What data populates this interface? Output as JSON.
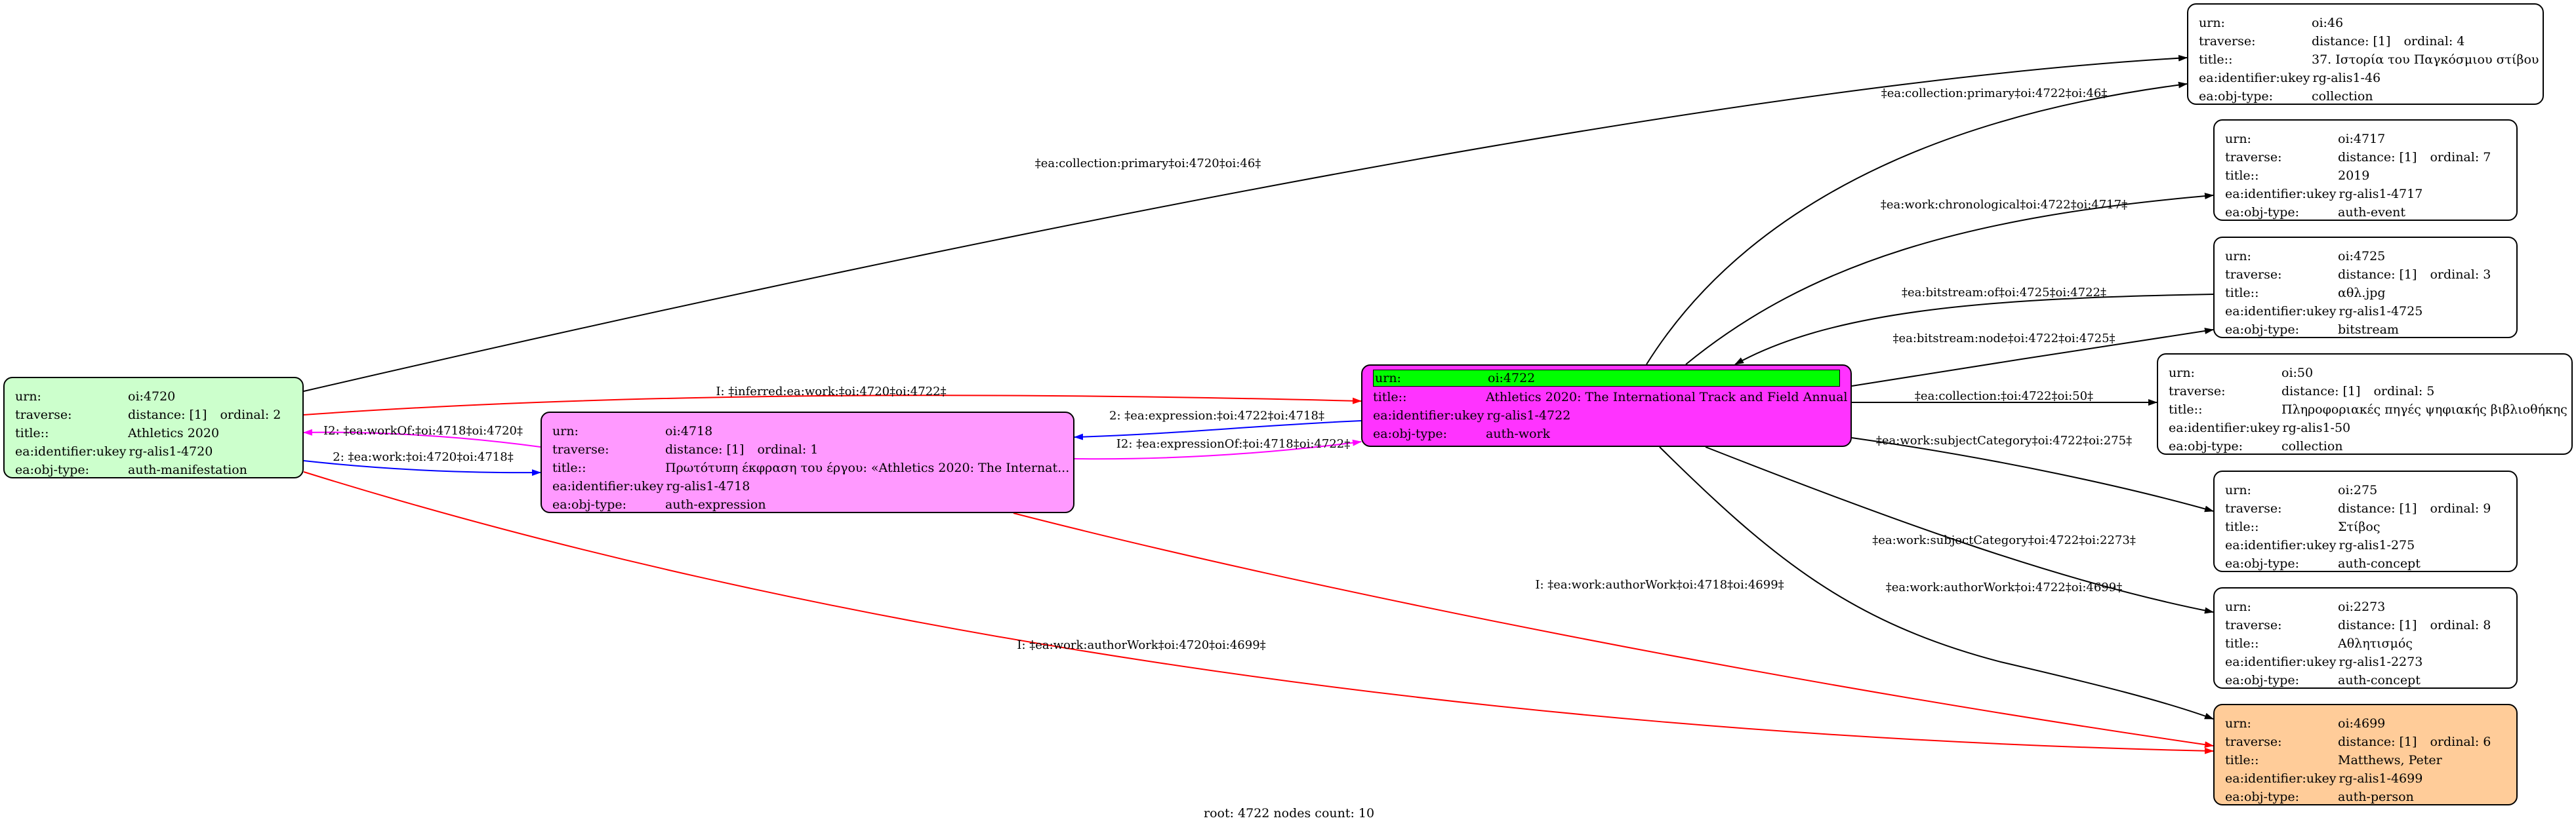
{
  "caption": "root: 4722 nodes count: 10",
  "colors": {
    "manifestation": "#ccffcc",
    "expression": "#ff99ff",
    "work": "#ff33ff",
    "person": "#ffcc99",
    "highlight": "#00ff00",
    "edge_black": "#000000",
    "edge_red": "#ff0000",
    "edge_blue": "#0000ff",
    "edge_magenta": "#ff00ff"
  },
  "field_labels": {
    "urn": "urn:",
    "traverse": "traverse:",
    "title": "title::",
    "ukey": "ea:identifier:ukey",
    "objtype": "ea:obj-type:"
  },
  "nodes": {
    "n46": {
      "urn": "oi:46",
      "distance": "distance: [1]",
      "ordinal": "ordinal: 4",
      "title": "37. Ιστορία του Παγκόσμιου στίβου",
      "ukey": "rg-alis1-46",
      "objtype": "collection"
    },
    "n4717": {
      "urn": "oi:4717",
      "distance": "distance: [1]",
      "ordinal": "ordinal: 7",
      "title": "2019",
      "ukey": "rg-alis1-4717",
      "objtype": "auth-event"
    },
    "n4725": {
      "urn": "oi:4725",
      "distance": "distance: [1]",
      "ordinal": "ordinal: 3",
      "title": "αθλ.jpg",
      "ukey": "rg-alis1-4725",
      "objtype": "bitstream"
    },
    "n50": {
      "urn": "oi:50",
      "distance": "distance: [1]",
      "ordinal": "ordinal: 5",
      "title": "Πληροφοριακές πηγές ψηφιακής βιβλιοθήκης",
      "ukey": "rg-alis1-50",
      "objtype": "collection"
    },
    "n275": {
      "urn": "oi:275",
      "distance": "distance: [1]",
      "ordinal": "ordinal: 9",
      "title": "Στίβος",
      "ukey": "rg-alis1-275",
      "objtype": "auth-concept"
    },
    "n2273": {
      "urn": "oi:2273",
      "distance": "distance: [1]",
      "ordinal": "ordinal: 8",
      "title": "Αθλητισμός",
      "ukey": "rg-alis1-2273",
      "objtype": "auth-concept"
    },
    "n4699": {
      "urn": "oi:4699",
      "distance": "distance: [1]",
      "ordinal": "ordinal: 6",
      "title": "Matthews, Peter",
      "ukey": "rg-alis1-4699",
      "objtype": "auth-person"
    },
    "n4720": {
      "urn": "oi:4720",
      "distance": "distance: [1]",
      "ordinal": "ordinal: 2",
      "title": "Athletics 2020",
      "ukey": "rg-alis1-4720",
      "objtype": "auth-manifestation"
    },
    "n4718": {
      "urn": "oi:4718",
      "distance": "distance: [1]",
      "ordinal": "ordinal: 1",
      "title": "Πρωτότυπη έκφραση του έργου: «Athletics 2020: The Internat...",
      "ukey": "rg-alis1-4718",
      "objtype": "auth-expression"
    },
    "n4722": {
      "urn": "oi:4722",
      "title": "Athletics 2020: The International Track and Field Annual",
      "ukey": "rg-alis1-4722",
      "objtype": "auth-work"
    }
  },
  "edges": [
    {
      "id": "e1",
      "color": "edge_black",
      "label": "‡ea:collection:primary‡oi:4720‡oi:46‡"
    },
    {
      "id": "e2",
      "color": "edge_black",
      "label": "‡ea:collection:primary‡oi:4722‡oi:46‡"
    },
    {
      "id": "e3",
      "color": "edge_black",
      "label": "‡ea:work:chronological‡oi:4722‡oi:4717‡"
    },
    {
      "id": "e4",
      "color": "edge_black",
      "label": "‡ea:bitstream:of‡oi:4725‡oi:4722‡"
    },
    {
      "id": "e5",
      "color": "edge_black",
      "label": "‡ea:bitstream:node‡oi:4722‡oi:4725‡"
    },
    {
      "id": "e6",
      "color": "edge_black",
      "label": "‡ea:collection:‡oi:4722‡oi:50‡"
    },
    {
      "id": "e7",
      "color": "edge_black",
      "label": "‡ea:work:subjectCategory‡oi:4722‡oi:275‡"
    },
    {
      "id": "e8",
      "color": "edge_black",
      "label": "‡ea:work:subjectCategory‡oi:4722‡oi:2273‡"
    },
    {
      "id": "e9",
      "color": "edge_black",
      "label": "‡ea:work:authorWork‡oi:4722‡oi:4699‡"
    },
    {
      "id": "e10",
      "color": "edge_red",
      "label": "I: ‡inferred:ea:work:‡oi:4720‡oi:4722‡"
    },
    {
      "id": "e11",
      "color": "edge_blue",
      "label": "2: ‡ea:expression:‡oi:4722‡oi:4718‡"
    },
    {
      "id": "e12",
      "color": "edge_magenta",
      "label": "I2: ‡ea:expressionOf:‡oi:4718‡oi:4722‡"
    },
    {
      "id": "e13",
      "color": "edge_magenta",
      "label": "I2: ‡ea:workOf:‡oi:4718‡oi:4720‡"
    },
    {
      "id": "e14",
      "color": "edge_blue",
      "label": "2: ‡ea:work:‡oi:4720‡oi:4718‡"
    },
    {
      "id": "e15",
      "color": "edge_red",
      "label": "I: ‡ea:work:authorWork‡oi:4718‡oi:4699‡"
    },
    {
      "id": "e16",
      "color": "edge_red",
      "label": "I: ‡ea:work:authorWork‡oi:4720‡oi:4699‡"
    }
  ]
}
